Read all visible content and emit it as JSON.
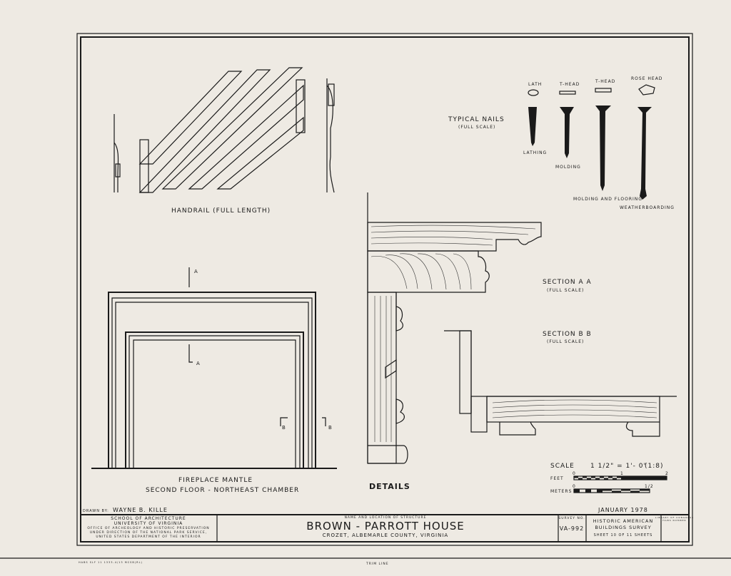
{
  "handrail": {
    "label": "HANDRAIL   (FULL LENGTH)"
  },
  "nails": {
    "title": "TYPICAL NAILS",
    "subtitle": "(FULL SCALE)",
    "heads": [
      "LATH",
      "T-HEAD",
      "T-HEAD",
      "ROSE HEAD"
    ],
    "uses": [
      "LATHING",
      "MOLDING",
      "MOLDING AND FLOORING",
      "WEATHERBOARDING"
    ]
  },
  "section_aa": {
    "title": "SECTION  A A",
    "subtitle": "(FULL SCALE)"
  },
  "section_bb": {
    "title": "SECTION  B B",
    "subtitle": "(FULL SCALE)"
  },
  "markers": {
    "a": "A",
    "b": "B"
  },
  "mantle": {
    "line1": "FIREPLACE MANTLE",
    "line2": "SECOND FLOOR - NORTHEAST CHAMBER"
  },
  "details_label": "DETAILS",
  "scale": {
    "label": "SCALE",
    "ratio": "1 1/2\" = 1'- 0\"",
    "fraction": "(1:8)",
    "feet_label": "FEET",
    "feet_ticks": [
      "0",
      "1",
      "2"
    ],
    "meters_label": "METERS",
    "meters_ticks": [
      "0",
      "1/2"
    ]
  },
  "title_block": {
    "drawn_by_label": "DRAWN BY:",
    "drawn_by": "WAYNE B. KILLE",
    "date": "JANUARY   1978",
    "school": [
      "SCHOOL OF ARCHITECTURE",
      "UNIVERSITY OF VIRGINIA",
      "OFFICE OF ARCHEOLOGY AND HISTORIC PRESERVATION",
      "UNDER DIRECTION OF THE NATIONAL PARK SERVICE,",
      "UNITED STATES DEPARTMENT OF THE INTERIOR"
    ],
    "structure_label": "NAME AND LOCATION OF STRUCTURE",
    "structure_name": "BROWN - PARROTT  HOUSE",
    "location": "CROZET,  ALBEMARLE  COUNTY,  VIRGINIA",
    "survey_label": "SURVEY NO.",
    "survey_no": "VA-992",
    "habs": [
      "HISTORIC AMERICAN",
      "BUILDINGS SURVEY"
    ],
    "sheet": "SHEET 10 OF 11 SHEETS",
    "library": [
      "LIBRARY OF CONGRESS",
      "HABS NUMBER"
    ]
  },
  "footer": {
    "gpo": "HABS SLF 11 1333-4/13 MCSB(RL)",
    "trim_line": "TRIM LINE"
  }
}
